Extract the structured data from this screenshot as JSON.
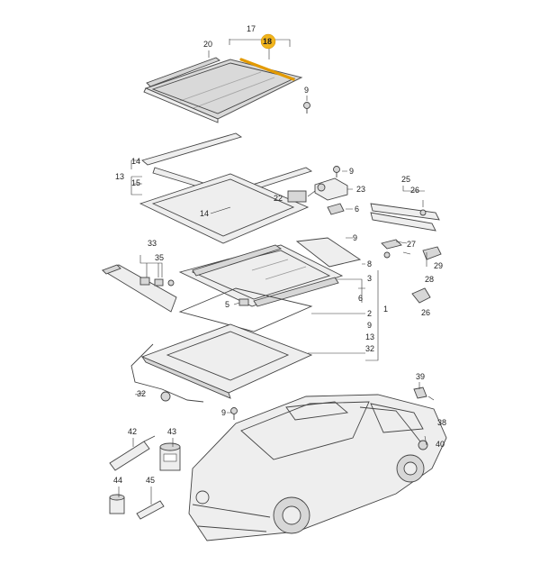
{
  "diagram": {
    "highlight_color": "#f2b51c",
    "part_labels": {
      "l17": "17",
      "l18": "18",
      "l20": "20",
      "l9a": "9",
      "l14a": "14",
      "l13": "13",
      "l15": "15",
      "l14b": "14",
      "l9b": "9",
      "l22": "22",
      "l23": "23",
      "l6a": "6",
      "l25": "25",
      "l26a": "26",
      "l27": "27",
      "l9c": "9",
      "l8": "8",
      "l3": "3",
      "l6b": "6",
      "l5": "5",
      "l33": "33",
      "l35": "35",
      "l2": "2",
      "l1": "1",
      "l9d": "9",
      "l13b": "13",
      "l32a": "32",
      "l28": "28",
      "l29": "29",
      "l26b": "26",
      "l32b": "32",
      "l39": "39",
      "l38": "38",
      "l40": "40",
      "l9e": "9",
      "l42": "42",
      "l43": "43",
      "l44": "44",
      "l45": "45"
    }
  }
}
